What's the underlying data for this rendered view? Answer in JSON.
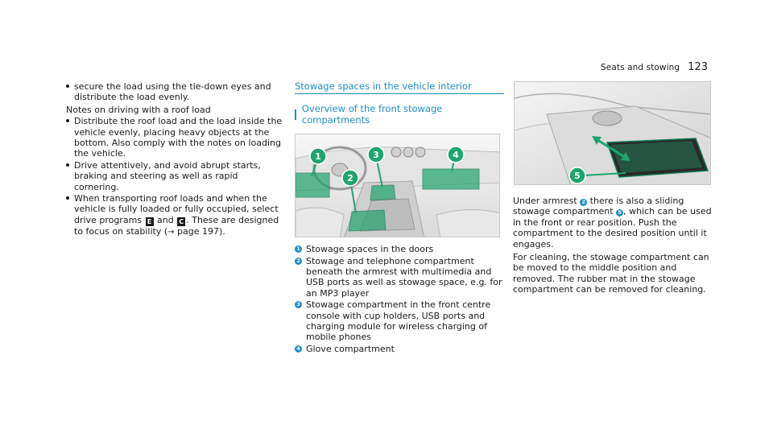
{
  "header": {
    "section": "Seats and stowing",
    "page_number": "123"
  },
  "col1": {
    "bullet_top": "secure the load using the tie-down eyes and distribute the load evenly.",
    "notes_heading": "Notes on driving with a roof load",
    "bullets": [
      "Distribute the roof load and the load inside the vehicle evenly, placing heavy objects at the bottom. Also comply with the notes on loading the vehicle.",
      "Drive attentively, and avoid abrupt starts, braking and steering as well as rapid cornering."
    ],
    "last_bullet": {
      "part1": "When transporting roof loads and when the vehicle is fully loaded or fully occupied, select drive programs",
      "key1": "E",
      "and": "and",
      "key2": "C",
      "part2": ". These are designed to focus on stability (",
      "arrow": "→",
      "page_ref": "page 197",
      "end": ")."
    }
  },
  "col2": {
    "section_title": "Stowage spaces in the vehicle interior",
    "subtitle": "Overview of the front stowage compartments",
    "callouts": [
      "1",
      "2",
      "3",
      "4"
    ],
    "legend": [
      {
        "num": "1",
        "text": "Stowage spaces in the doors"
      },
      {
        "num": "2",
        "text": "Stowage and telephone compartment beneath the armrest with multimedia and USB ports as well as stowage space, e.g. for an MP3 player"
      },
      {
        "num": "3",
        "text": "Stowage compartment in the front centre console with cup holders, USB ports and charging module for wireless charging of mobile phones"
      },
      {
        "num": "4",
        "text": "Glove compartment"
      }
    ]
  },
  "col3": {
    "callout": "5",
    "p1": {
      "a": "Under armrest",
      "n1": "2",
      "b": "there is also a sliding stowage compartment",
      "n2": "5",
      "c": ", which can be used in the front or rear position. Push the compartment to the desired position until it engages."
    },
    "p2": "For cleaning, the stowage compartment can be moved to the middle position and removed. The rubber mat in the stowage compartment can be removed for cleaning."
  },
  "colors": {
    "accent": "#1d8ec6",
    "text": "#1a1a1a"
  }
}
